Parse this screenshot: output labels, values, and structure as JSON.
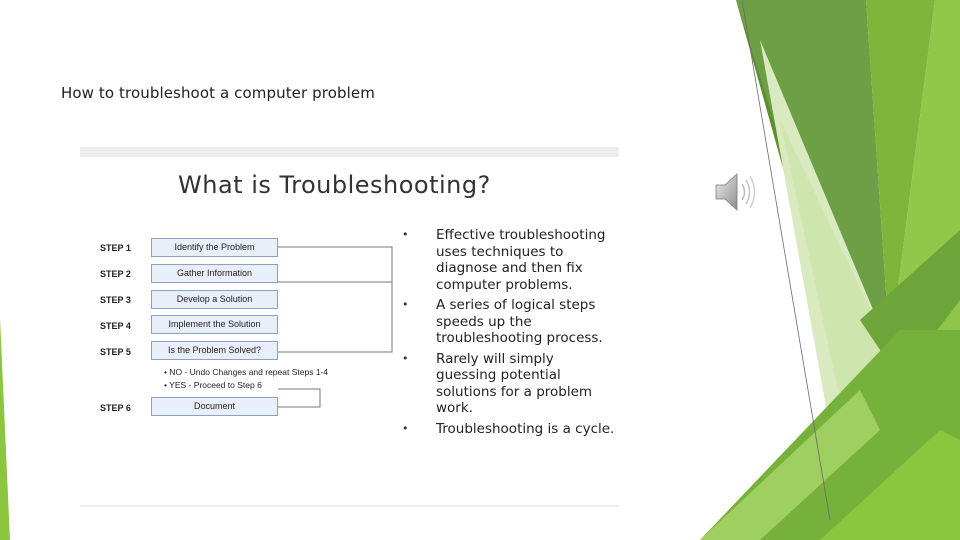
{
  "slide": {
    "title": "How to troubleshoot a computer problem"
  },
  "embedded_image": {
    "heading": "What is Troubleshooting?",
    "steps": [
      {
        "label": "STEP 1",
        "text": "Identify the Problem"
      },
      {
        "label": "STEP 2",
        "text": "Gather Information"
      },
      {
        "label": "STEP 3",
        "text": "Develop a Solution"
      },
      {
        "label": "STEP 4",
        "text": "Implement the Solution"
      },
      {
        "label": "STEP 5",
        "text": "Is the Problem Solved?"
      },
      {
        "label": "STEP 6",
        "text": "Document"
      }
    ],
    "step5_notes": [
      "• NO - Undo Changes and repeat Steps 1-4",
      "• YES - Proceed to Step 6"
    ],
    "bullets": [
      "Effective troubleshooting uses techniques to diagnose and then fix computer problems.",
      "A series of logical steps speeds up the troubleshooting process.",
      "Rarely will simply guessing potential solutions for a problem work.",
      "Troubleshooting is a cycle."
    ],
    "bullet_glyph": "•"
  },
  "icons": {
    "audio": "speaker-icon"
  },
  "colors": {
    "green_dark": "#5f9a2c",
    "green_mid": "#7cb83a",
    "green_light": "#92c84a",
    "green_pale": "#d6e8b4",
    "step_box_fill": "#e9eff8",
    "step_box_border": "#8aa2c8"
  }
}
